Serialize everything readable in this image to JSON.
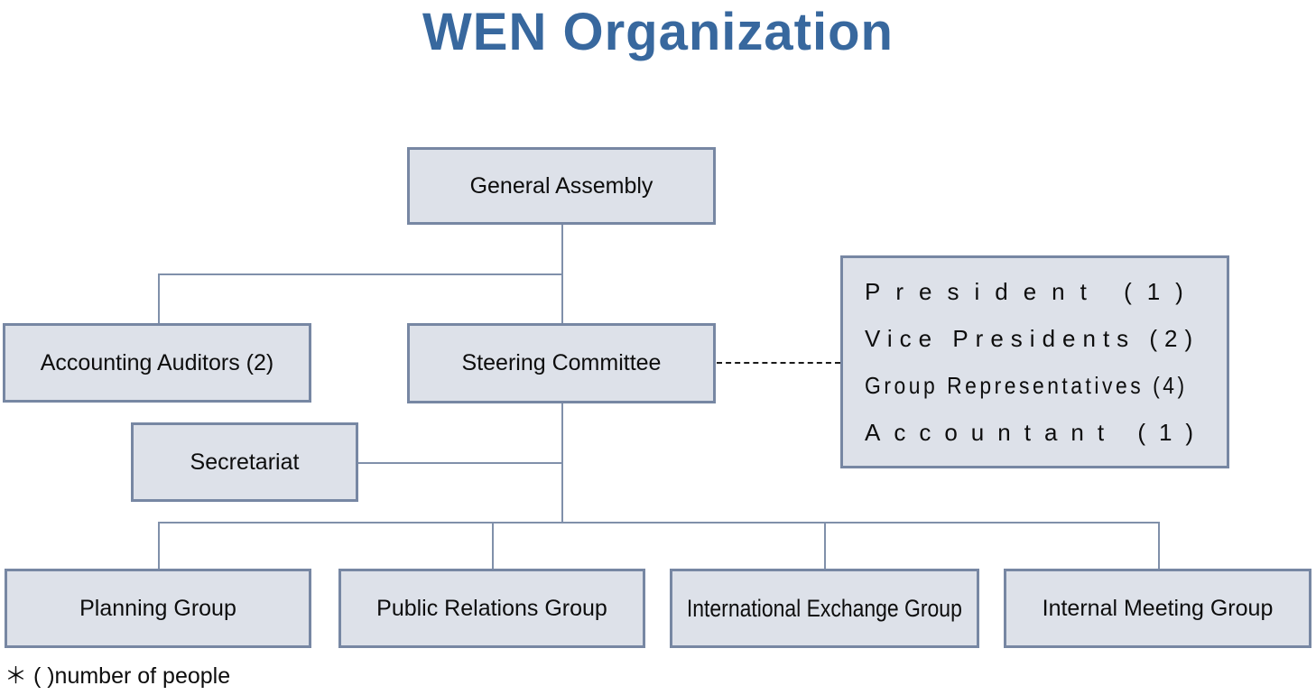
{
  "title": "WEN Organization",
  "footnote": "＊ ( )number of people",
  "colors": {
    "title_blue": "#38689e",
    "box_fill": "#dde1e9",
    "box_border": "#7787a3",
    "connector": "#8090aa",
    "dashed_connector": "#1a1a1a",
    "text": "#0d0d0d"
  },
  "nodes": {
    "general_assembly": {
      "label": "General Assembly"
    },
    "accounting_auditors": {
      "label": "Accounting Auditors (2)"
    },
    "steering_committee": {
      "label": "Steering Committee"
    },
    "secretariat": {
      "label": "Secretariat"
    },
    "executives": {
      "lines": [
        "President (1)",
        "Vice Presidents (2)",
        "Group Representatives (4)",
        "Accountant (1)"
      ]
    },
    "planning_group": {
      "label": "Planning Group"
    },
    "public_relations_group": {
      "label": "Public Relations Group"
    },
    "international_exchange_group": {
      "label": "International Exchange Group"
    },
    "internal_meeting_group": {
      "label": "Internal Meeting Group"
    }
  }
}
